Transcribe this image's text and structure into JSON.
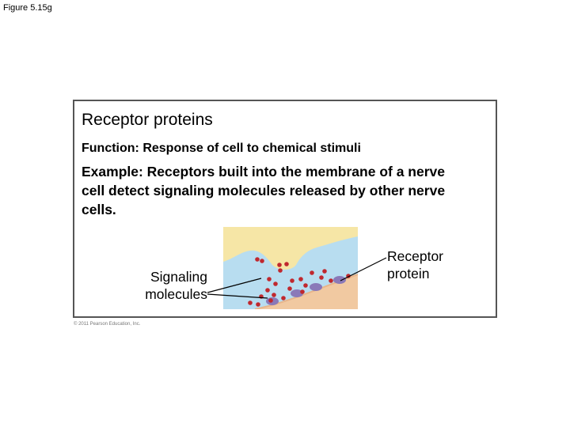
{
  "figure_label": "Figure 5.15g",
  "title": "Receptor proteins",
  "function_text": "Function: Response of cell to chemical stimuli",
  "example_text": "Example: Receptors built into the membrane of a nerve cell detect signaling molecules released by other nerve cells.",
  "labels": {
    "signaling_line1": "Signaling",
    "signaling_line2": "molecules",
    "receptor_line1": "Receptor",
    "receptor_line2": "protein"
  },
  "copyright": "© 2011 Pearson Education, Inc.",
  "colors": {
    "background_cell": "#f6e6a6",
    "synaptic_fluid": "#b8ddf0",
    "membrane_cell": "#f1c9a1",
    "molecule": "#c0282e",
    "receptor": "#8a79b8",
    "panel_border": "#555555"
  }
}
